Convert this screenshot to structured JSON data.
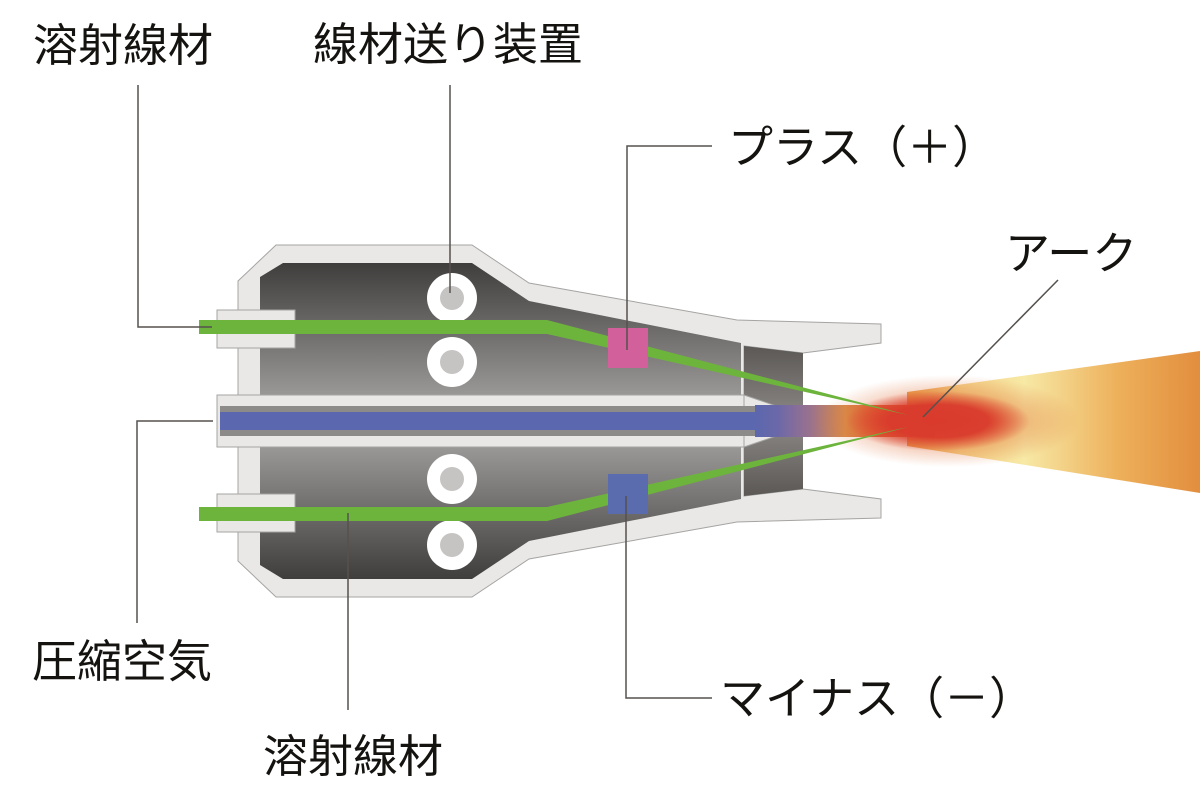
{
  "diagram": {
    "type": "wire-arc-spray-gun-cross-section",
    "labels": {
      "spray_wire_top": "溶射線材",
      "wire_feeder": "線材送り装置",
      "plus_electrode": "プラス（＋）",
      "arc": "アーク",
      "compressed_air": "圧縮空気",
      "minus_electrode": "マイナス（－）",
      "spray_wire_bottom": "溶射線材"
    },
    "colors": {
      "wire_green": "#6db43c",
      "channel_blue": "#5b67ae",
      "plus_electrode_pink": "#d2619b",
      "minus_electrode_blue": "#5a6bae",
      "arc_red": "#d93a2c",
      "flame_orange": "#e28e3e",
      "flame_yellow": "#f7e9a6",
      "body_light_gray": "#e9e8e7",
      "body_outline_gray": "#a5a4a2",
      "chamber_dark_gray": "#434140",
      "metal_strip_gray": "#8d8b89",
      "roller_core_gray": "#c6c4c3",
      "leader_line_gray": "#55514e",
      "text_black": "#151310"
    }
  }
}
